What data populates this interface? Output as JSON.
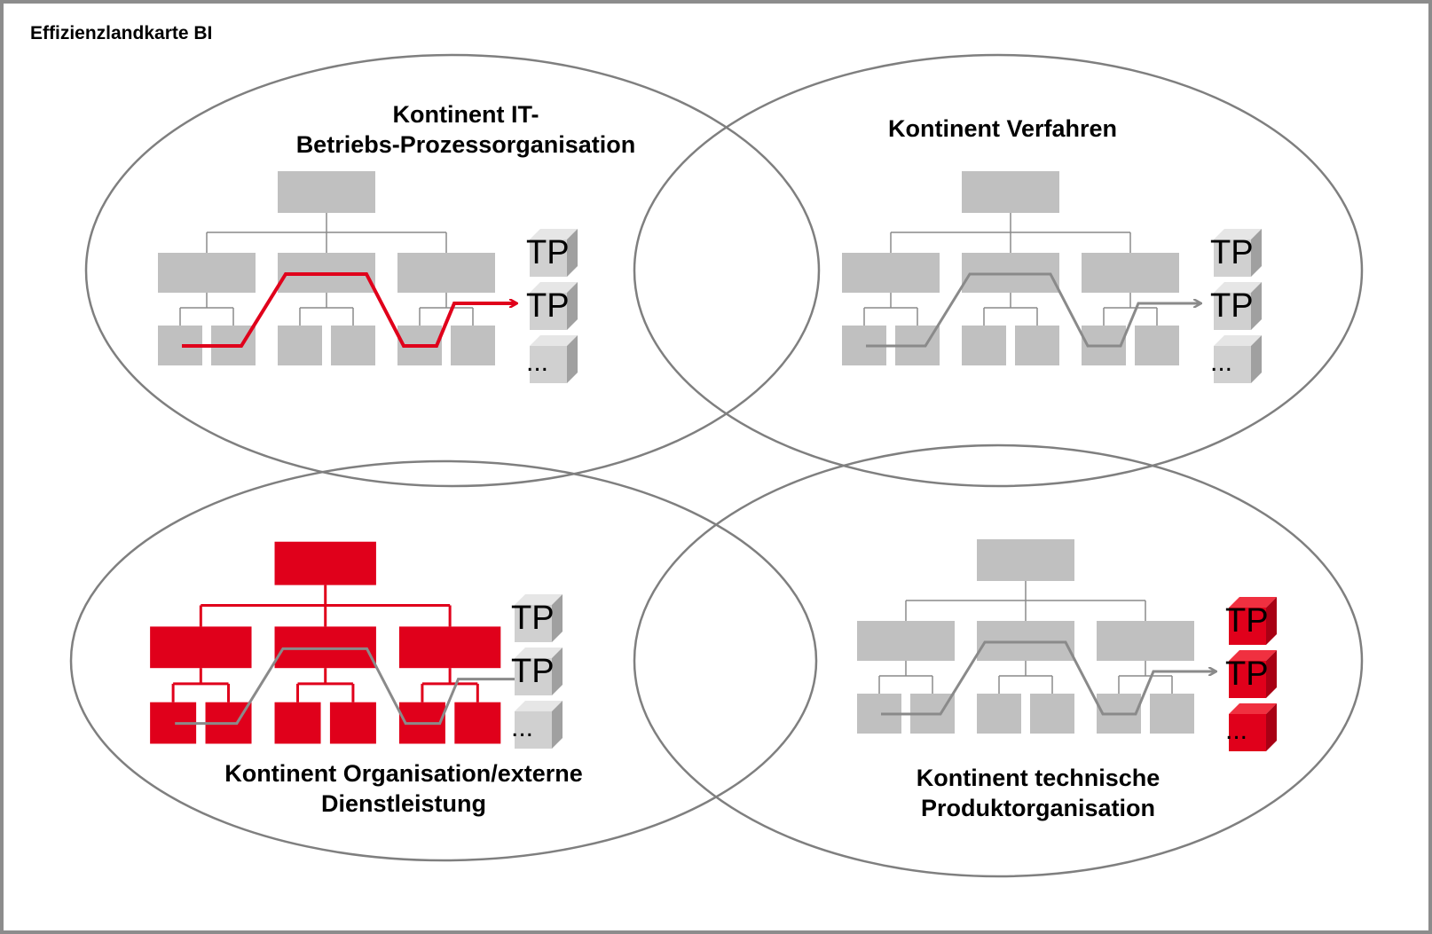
{
  "title": "Effizienzlandkarte BI",
  "colors": {
    "grey_box": "#c0c0c0",
    "grey_line": "#8a8a8a",
    "red": "#e0001b",
    "ellipse": "#7f7f7f"
  },
  "continents": {
    "top_left": {
      "label": "Kontinent IT-\nBetriebs-Prozessorganisation",
      "org_color": "grey",
      "path_color": "red",
      "cubes_color": "grey"
    },
    "top_right": {
      "label": "Kontinent Verfahren",
      "org_color": "grey",
      "path_color": "grey",
      "cubes_color": "grey"
    },
    "bottom_left": {
      "label": "Kontinent Organisation/externe\nDienstleistung",
      "org_color": "red",
      "path_color": "grey",
      "cubes_color": "grey"
    },
    "bottom_right": {
      "label": "Kontinent technische\nProduktorganisation",
      "org_color": "grey",
      "path_color": "grey",
      "cubes_color": "red"
    }
  },
  "cube_labels": [
    "TP",
    "TP",
    "..."
  ]
}
